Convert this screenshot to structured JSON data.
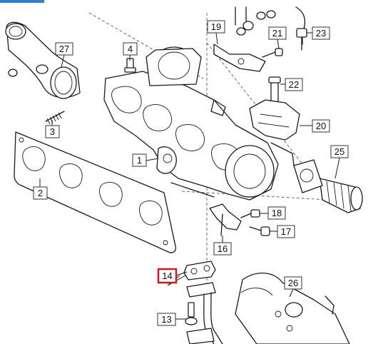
{
  "callouts": [
    {
      "id": "c1",
      "text": "1"
    },
    {
      "id": "c2",
      "text": "2"
    },
    {
      "id": "c3",
      "text": "3"
    },
    {
      "id": "c4",
      "text": "4"
    },
    {
      "id": "c13",
      "text": "13"
    },
    {
      "id": "c14",
      "text": "14",
      "highlighted": true
    },
    {
      "id": "c16",
      "text": "16"
    },
    {
      "id": "c17",
      "text": "17"
    },
    {
      "id": "c18",
      "text": "18"
    },
    {
      "id": "c19",
      "text": "19"
    },
    {
      "id": "c20",
      "text": "20"
    },
    {
      "id": "c21",
      "text": "21"
    },
    {
      "id": "c22",
      "text": "22"
    },
    {
      "id": "c23",
      "text": "23"
    },
    {
      "id": "c25",
      "text": "25"
    },
    {
      "id": "c26",
      "text": "26"
    },
    {
      "id": "c27",
      "text": "27"
    }
  ],
  "colors": {
    "highlight": "#e0101a",
    "accent_tab": "#2f7fd8",
    "line": "#1a1a1a"
  }
}
